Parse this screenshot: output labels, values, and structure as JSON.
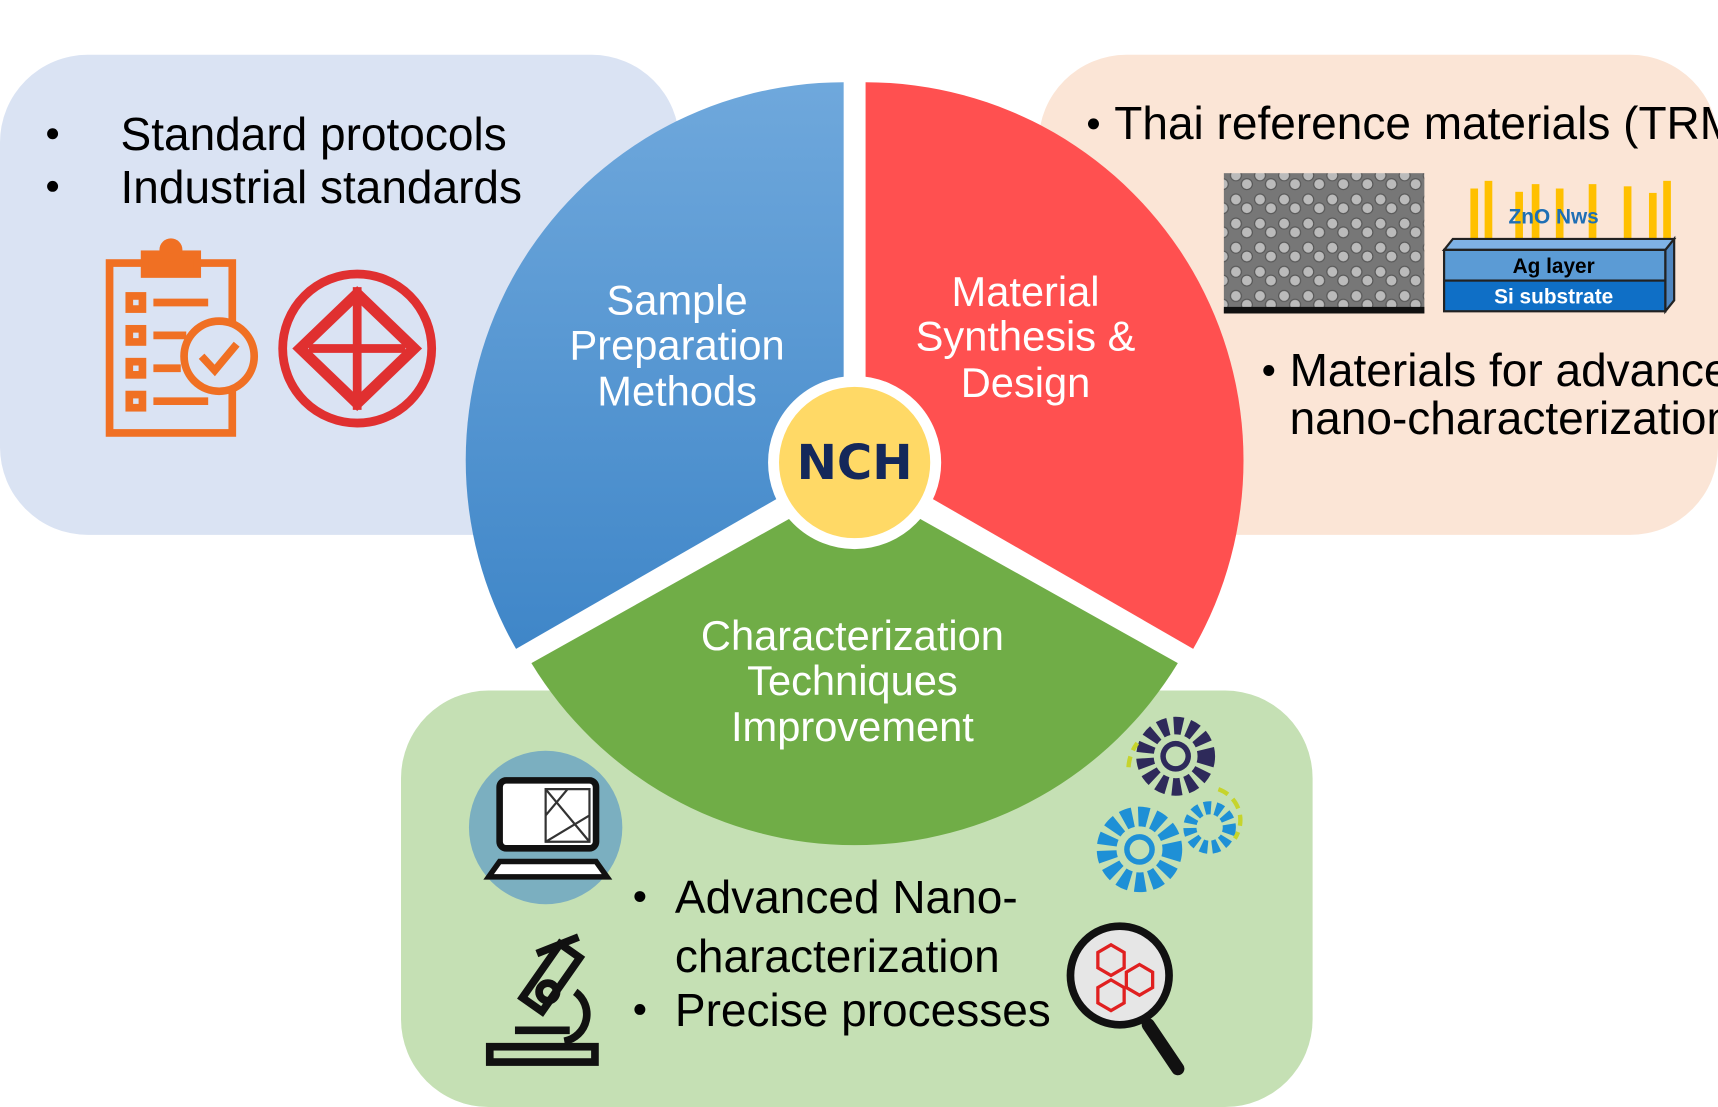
{
  "center": {
    "label": "NCH"
  },
  "segments": {
    "sample_prep": [
      "Sample",
      "Preparation",
      "Methods"
    ],
    "synthesis": [
      "Material",
      "Synthesis &",
      "Design"
    ],
    "characterization": [
      "Characterization",
      "Techniques",
      "Improvement"
    ]
  },
  "standards_panel": {
    "bullets": [
      "Standard protocols",
      "Industrial standards"
    ]
  },
  "materials_panel": {
    "bullets": [
      "Thai reference materials (TRM)",
      "Materials for advanced",
      "nano-characterization"
    ],
    "diagram_labels": {
      "nanowires": "ZnO Nws",
      "ag": "Ag layer",
      "si": "Si substrate"
    }
  },
  "characterization_panel": {
    "bullets": [
      "Advanced Nano-",
      "characterization",
      "Precise processes"
    ]
  },
  "colors": {
    "blue": "#5B9BD5",
    "red": "#FF5050",
    "green": "#70AD47",
    "yellow": "#FFD966"
  }
}
